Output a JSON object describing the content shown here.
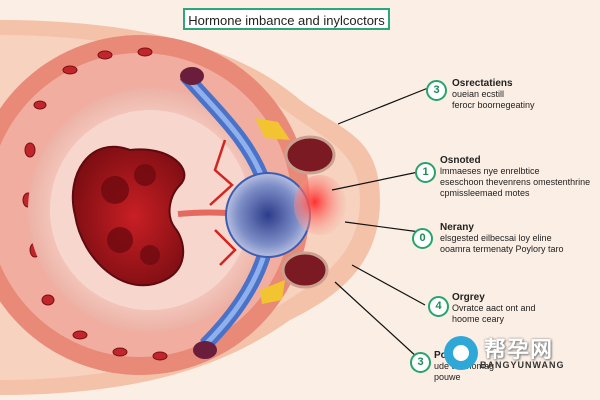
{
  "title": "Hormone imbance and inylcoctors",
  "labels": [
    {
      "badge": "3",
      "head": "Osrectatiens",
      "text1": "oueian ecstill",
      "text2": "ferocr boornegeatiny"
    },
    {
      "badge": "1",
      "head": "Osnoted",
      "text1": "lmmaeses nye enrelbtice",
      "text2": "eseschoon thevenrens omestenthrine",
      "text3": "cpmissleemaed motes"
    },
    {
      "badge": "0",
      "head": "Nerany",
      "text1": "elsgested eilbecsai loy eline",
      "text2": "ooamra termenaty Poylory taro"
    },
    {
      "badge": "4",
      "head": "Orgrey",
      "text1": "Ovratce aact ont and",
      "text2": "hoome ceary"
    },
    {
      "badge": "3",
      "head": "Po",
      "text1": "ude to unomagao",
      "text2": "pouwe"
    }
  ],
  "watermark": {
    "cn": "帮孕网",
    "en": "BANGYUNWANG"
  },
  "colors": {
    "background": "#fbeee4",
    "outer_tissue": "#f3c2a8",
    "uterus_wall": "#e98a78",
    "cavity": "#f7d6ce",
    "organ": "#a8141c",
    "tube": "#4a72c8",
    "accent_green": "#27a36b"
  }
}
